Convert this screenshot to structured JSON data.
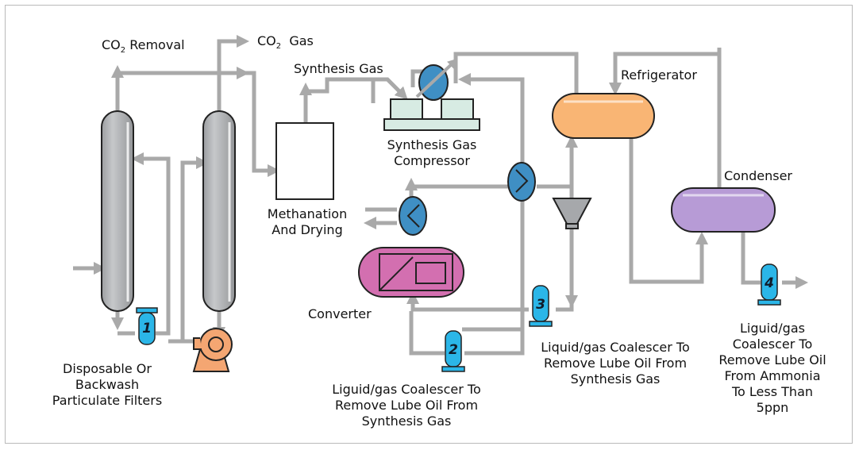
{
  "labels": {
    "co2_removal_prefix": "CO",
    "co2_removal_sub": "2",
    "co2_removal_suffix": " Removal",
    "co2_gas_prefix": "CO",
    "co2_gas_sub": "2",
    "co2_gas_suffix": "  Gas",
    "synthesis_gas": "Synthesis Gas",
    "refrigerator": "Refrigerator",
    "compressor_line1": "Synthesis Gas",
    "compressor_line2": "Compressor",
    "methanation_line1": "Methanation",
    "methanation_line2": "And Drying",
    "condenser": "Condenser",
    "converter": "Converter",
    "filters_line1": "Disposable Or",
    "filters_line2": "Backwash",
    "filters_line3": "Particulate Filters",
    "coalescer2_line1": "Liguid/gas Coalescer To",
    "coalescer2_line2": "Remove Lube Oil From",
    "coalescer2_line3": "Synthesis Gas",
    "coalescer3_line1": "Liquid/gas Coalescer To",
    "coalescer3_line2": "Remove Lube Oil From",
    "coalescer3_line3": "Synthesis Gas",
    "coalescer4_line1": "Liguid/gas",
    "coalescer4_line2": "Coalescer To",
    "coalescer4_line3": "Remove Lube Oil",
    "coalescer4_line4": "From Ammonia",
    "coalescer4_line5": "To Less Than",
    "coalescer4_line6": "5ppn"
  },
  "filter_numbers": {
    "f1": "1",
    "f2": "2",
    "f3": "3",
    "f4": "4"
  },
  "colors": {
    "pipe": "#a9a9a9",
    "column": "#a6a8ab",
    "filter": "#2bb6e8",
    "pump": "#f4a672",
    "heat_exchanger": "#3f8fc4",
    "refrigerator": "#f9b574",
    "condenser": "#b79bd6",
    "converter": "#d36fb0",
    "compressor": "#d7ebe3"
  }
}
